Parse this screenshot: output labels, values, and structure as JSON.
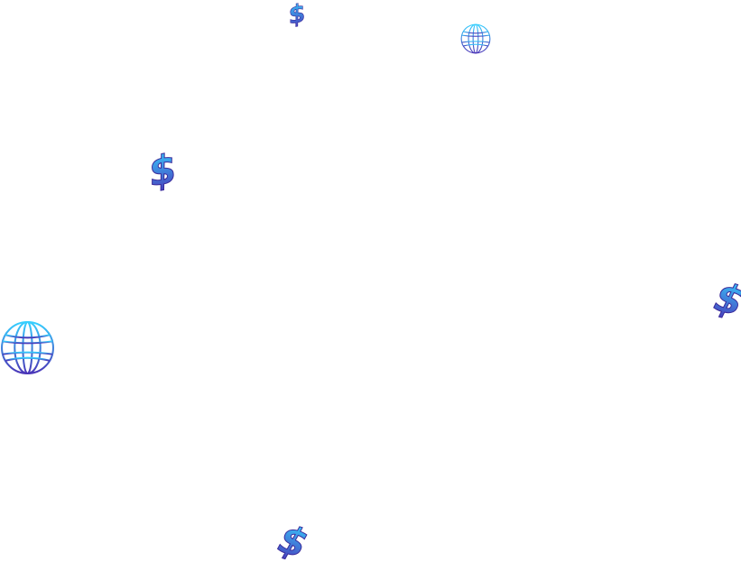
{
  "icons": [
    {
      "kind": "dollar-icon",
      "rotation_deg": -10
    },
    {
      "kind": "globe-icon"
    },
    {
      "kind": "dollar-icon",
      "rotation_deg": -10
    },
    {
      "kind": "dollar-icon",
      "rotation_deg": 15
    },
    {
      "kind": "globe-icon"
    },
    {
      "kind": "dollar-icon",
      "rotation_deg": 18
    }
  ],
  "colors": {
    "gradient_top": "#36d0ff",
    "gradient_bottom": "#4a35b8",
    "outline": "#3a2a9a",
    "background": "#ffffff"
  }
}
